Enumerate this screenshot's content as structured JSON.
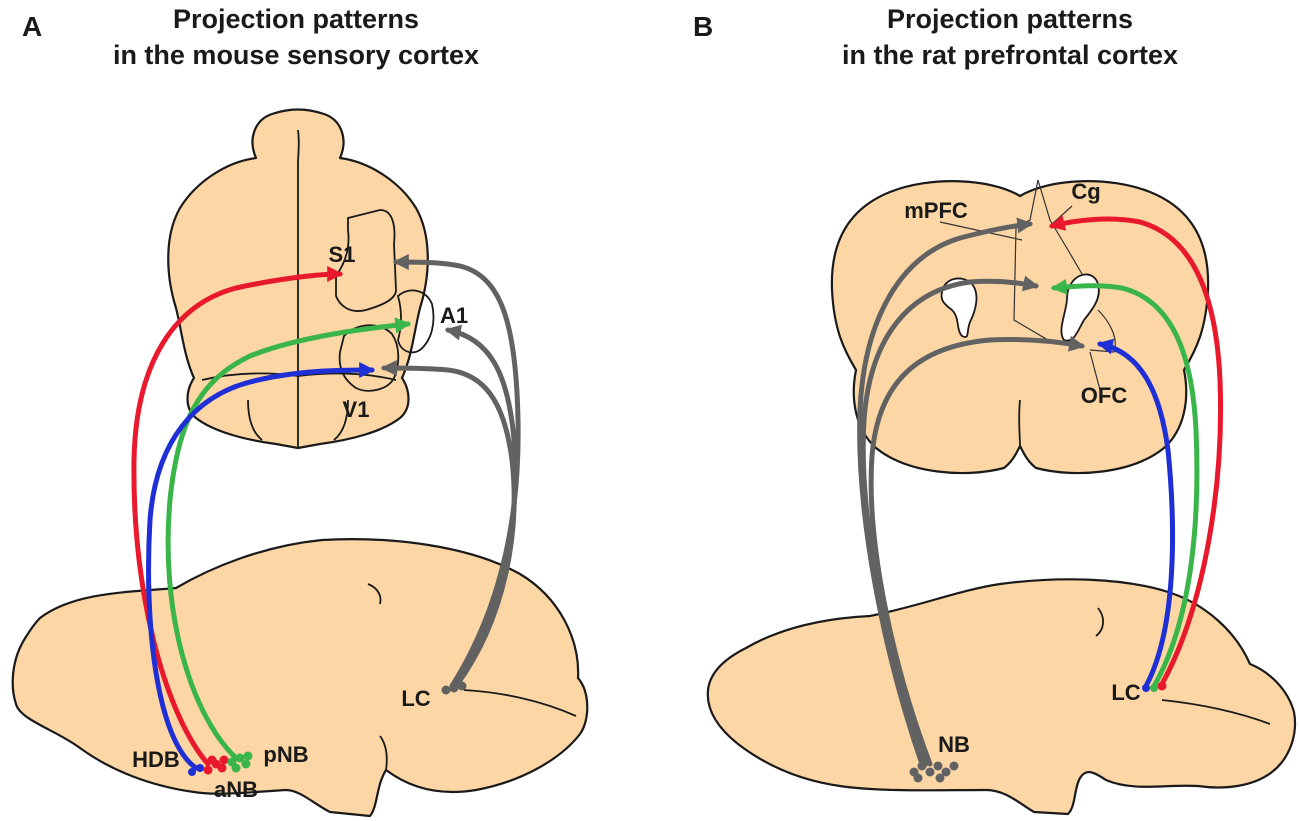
{
  "colors": {
    "brain_fill": "#fcd6a4",
    "outline": "#1a1a1a",
    "red": "#e8192c",
    "green": "#39b54a",
    "blue": "#1f2fd6",
    "gray": "#626262"
  },
  "panel_a": {
    "letter": "A",
    "title_line1": "Projection patterns",
    "title_line2": "in the mouse sensory cortex",
    "labels": {
      "s1": "S1",
      "a1": "A1",
      "v1": "V1",
      "lc": "LC",
      "hdb": "HDB",
      "anb": "aNB",
      "pnb": "pNB"
    }
  },
  "panel_b": {
    "letter": "B",
    "title_line1": "Projection patterns",
    "title_line2": "in the rat prefrontal cortex",
    "labels": {
      "cg": "Cg",
      "mpfc": "mPFC",
      "ofc": "OFC",
      "lc": "LC",
      "nb": "NB"
    }
  }
}
